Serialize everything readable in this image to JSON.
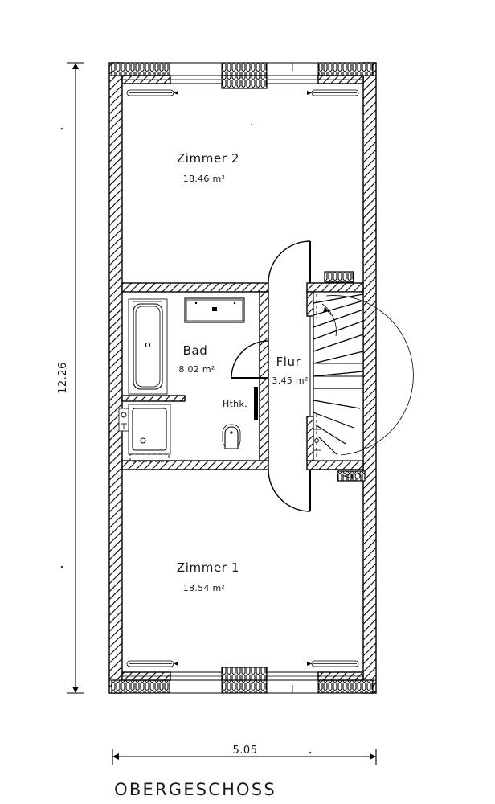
{
  "document": {
    "type": "architectural-floor-plan",
    "footer_title": "OBERGESCHOSS",
    "background_color": "#ffffff",
    "ink_color": "#111111"
  },
  "dimensions": {
    "vertical": {
      "value": "12.26",
      "orientation": "vertical",
      "position": "left"
    },
    "horizontal": {
      "value": "5.05",
      "orientation": "horizontal",
      "position": "bottom"
    }
  },
  "rooms": [
    {
      "id": "zimmer-2",
      "name": "Zimmer 2",
      "area": "18.46 m²"
    },
    {
      "id": "bad",
      "name": "Bad",
      "area": "8.02 m²"
    },
    {
      "id": "flur",
      "name": "Flur",
      "area": "3.45 m²"
    },
    {
      "id": "zimmer-1",
      "name": "Zimmer 1",
      "area": "18.54 m²"
    }
  ],
  "annotations": {
    "closet_label": "Hthk."
  },
  "fixtures": [
    {
      "id": "bathtub",
      "label": "bathtub"
    },
    {
      "id": "vanity-sink",
      "label": "vanity sink"
    },
    {
      "id": "shower-tray",
      "label": "shower tray"
    },
    {
      "id": "toilet",
      "label": "toilet"
    },
    {
      "id": "small-basin",
      "label": "small basin"
    },
    {
      "id": "radiator-top-left",
      "label": "radiator"
    },
    {
      "id": "radiator-top-right",
      "label": "radiator"
    },
    {
      "id": "radiator-bottom-left",
      "label": "radiator"
    },
    {
      "id": "radiator-bottom-right",
      "label": "radiator"
    },
    {
      "id": "winder-staircase",
      "label": "winder staircase"
    }
  ]
}
